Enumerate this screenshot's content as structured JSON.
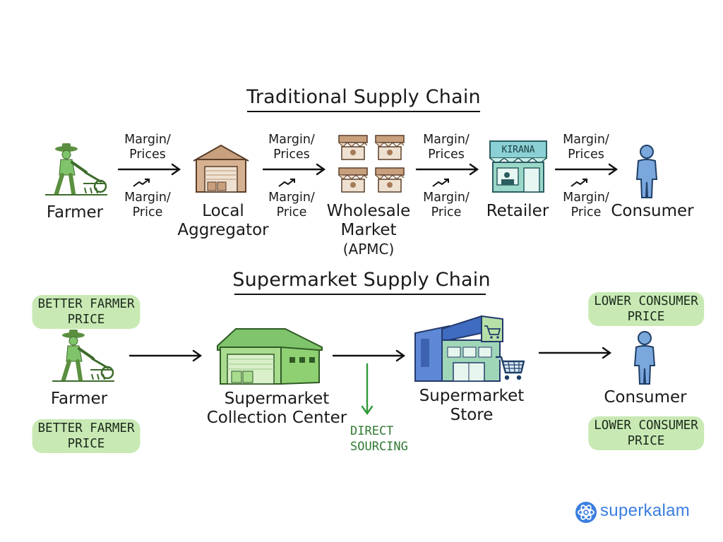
{
  "traditional": {
    "title": "Traditional Supply Chain",
    "nodes": {
      "farmer": "Farmer",
      "aggregator_line1": "Local",
      "aggregator_line2": "Aggregator",
      "wholesale_line1": "Wholesale",
      "wholesale_line2": "Market",
      "wholesale_line3": "(APMC)",
      "retailer": "Retailer",
      "consumer": "Consumer",
      "kirana_sign": "KIRANA"
    },
    "arrows": [
      {
        "top_line1": "Margin/",
        "top_line2": "Prices",
        "bottom_line1": "Margin/",
        "bottom_line2": "Price"
      },
      {
        "top_line1": "Margin/",
        "top_line2": "Prices",
        "bottom_line1": "Margin/",
        "bottom_line2": "Price"
      },
      {
        "top_line1": "Margin/",
        "top_line2": "Prices",
        "bottom_line1": "Margin/",
        "bottom_line2": "Price"
      },
      {
        "top_line1": "Margin/",
        "top_line2": "Prices",
        "bottom_line1": "Margin/",
        "bottom_line2": "Price"
      }
    ]
  },
  "supermarket": {
    "title": "Supermarket Supply Chain",
    "nodes": {
      "farmer": "Farmer",
      "collection_line1": "Supermarket",
      "collection_line2": "Collection Center",
      "store_line1": "Supermarket",
      "store_line2": "Store",
      "consumer": "Consumer"
    },
    "badges": {
      "farmer_top_line1": "BETTER FARMER",
      "farmer_top_line2": "PRICE",
      "farmer_bottom_line1": "BETTER FARMER",
      "farmer_bottom_line2": "PRICE",
      "consumer_top_line1": "LOWER CONSUMER",
      "consumer_top_line2": "PRICE",
      "consumer_bottom_line1": "LOWER CONSUMER",
      "consumer_bottom_line2": "PRICE"
    },
    "direct_line1": "DIRECT",
    "direct_line2": "SOURCING"
  },
  "brand": {
    "name": "superkalam"
  },
  "colors": {
    "green_light": "#c8e9b4",
    "green_icon": "#7fc46b",
    "green_dark": "#2f7a32",
    "blue_person": "#7aa7dc",
    "brand_blue": "#3b7ee0",
    "warehouse_tan": "#c8a07e"
  }
}
